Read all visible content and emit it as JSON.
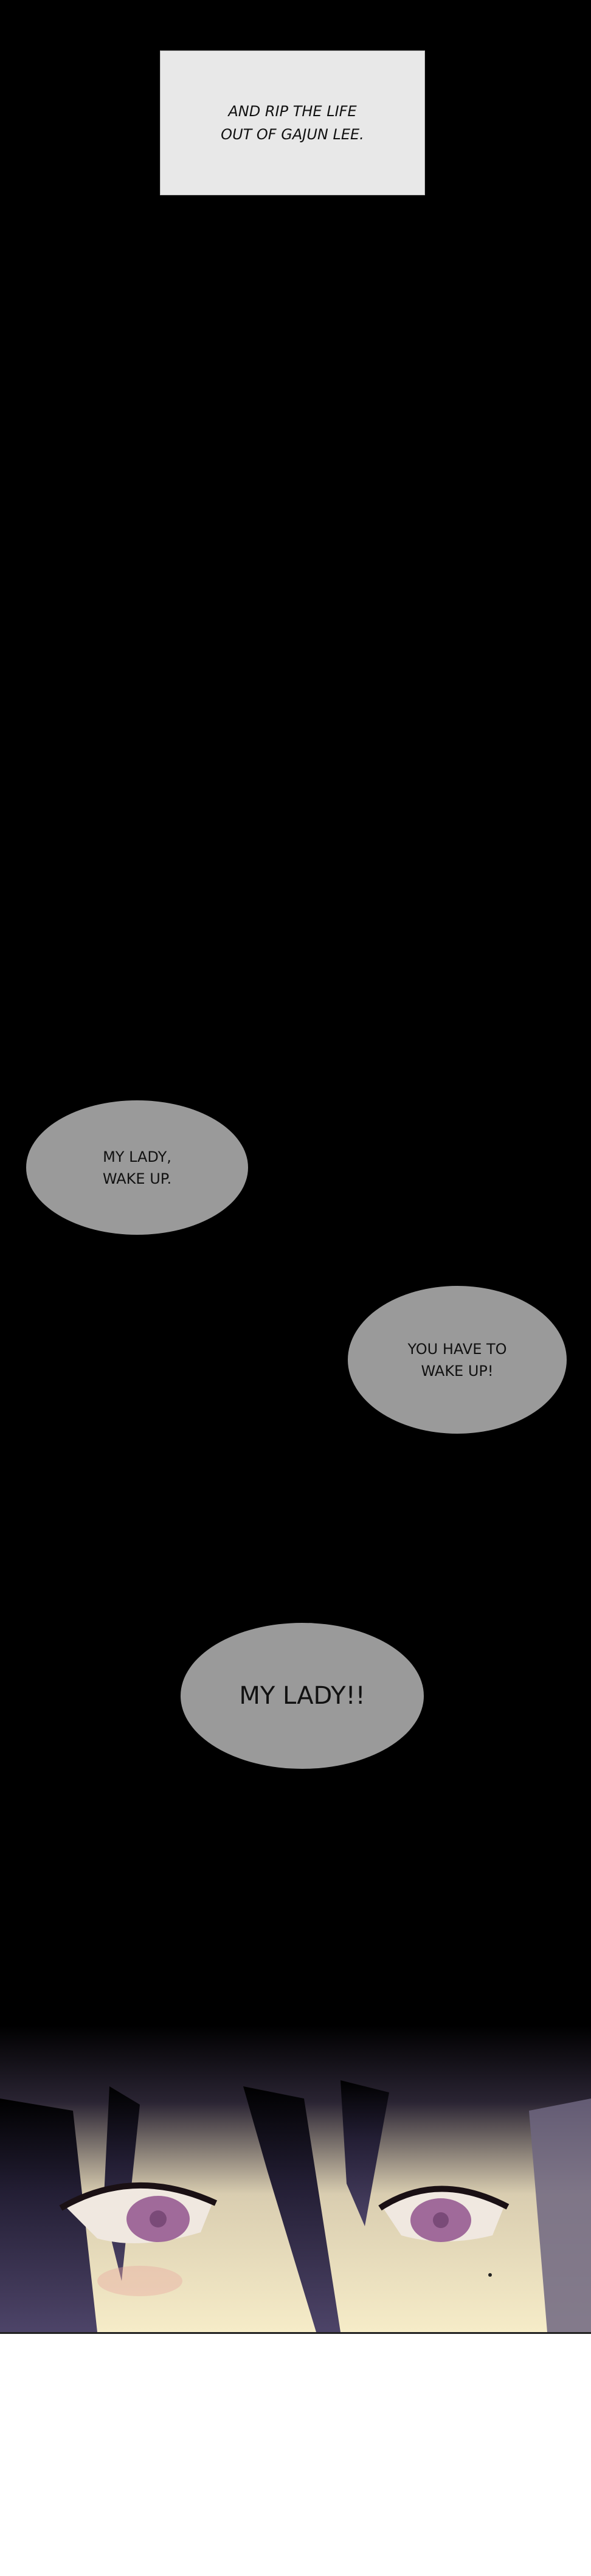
{
  "caption": {
    "line1": "AND RIP THE LIFE",
    "line2": "OUT OF GAJUN LEE."
  },
  "bubbles": [
    {
      "line1": "MY LADY,",
      "line2": "WAKE UP."
    },
    {
      "line1": "YOU HAVE TO",
      "line2": "WAKE UP!"
    },
    {
      "text": "MY LADY!!"
    }
  ],
  "colors": {
    "background": "#000000",
    "bubble": "#9a9a9a",
    "caption_box": "#e8e8e8",
    "eye": "#a06a9a"
  }
}
